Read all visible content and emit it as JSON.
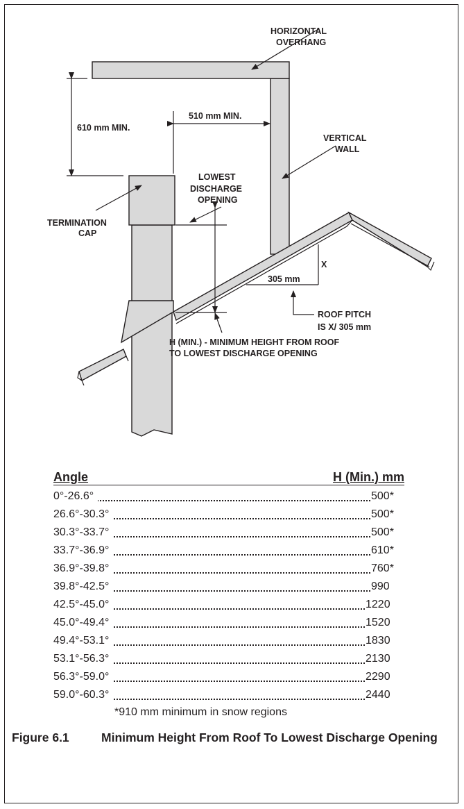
{
  "diagram": {
    "labels": {
      "horizontal_overhang": [
        "HORIZONTAL",
        "OVERHANG"
      ],
      "dim_610": "610 mm MIN.",
      "dim_510": "510 mm MIN.",
      "vertical_wall": [
        "VERTICAL",
        "WALL"
      ],
      "lowest_discharge": [
        "LOWEST",
        "DISCHARGE",
        "OPENING"
      ],
      "termination_cap": [
        "TERMINATION",
        "CAP"
      ],
      "x": "X",
      "run_305": "305 mm",
      "roof_pitch": [
        "ROOF PITCH",
        "IS X/ 305 mm"
      ],
      "h_min": [
        "H (MIN.) - MINIMUM HEIGHT FROM ROOF",
        "TO LOWEST DISCHARGE OPENING"
      ]
    }
  },
  "table": {
    "header_angle": "Angle",
    "header_h": "H (Min.) mm",
    "rows": [
      {
        "angle": "0°-26.6°",
        "h": "500*"
      },
      {
        "angle": "26.6°-30.3°",
        "h": "500*"
      },
      {
        "angle": "30.3°-33.7°",
        "h": "500*"
      },
      {
        "angle": "33.7°-36.9°",
        "h": "610*"
      },
      {
        "angle": "36.9°-39.8°",
        "h": "760*"
      },
      {
        "angle": "39.8°-42.5°",
        "h": "990"
      },
      {
        "angle": "42.5°-45.0°",
        "h": "1220"
      },
      {
        "angle": "45.0°-49.4°",
        "h": "1520"
      },
      {
        "angle": "49.4°-53.1°",
        "h": "1830"
      },
      {
        "angle": "53.1°-56.3°",
        "h": "2130"
      },
      {
        "angle": "56.3°-59.0°",
        "h": "2290"
      },
      {
        "angle": "59.0°-60.3°",
        "h": "2440"
      }
    ],
    "footnote": "*910 mm minimum in snow regions"
  },
  "caption": {
    "number": "Figure 6.1",
    "text": "Minimum Height From Roof To Lowest Discharge Opening"
  },
  "colors": {
    "fill": "#d9d9d9",
    "ink": "#231f20"
  }
}
